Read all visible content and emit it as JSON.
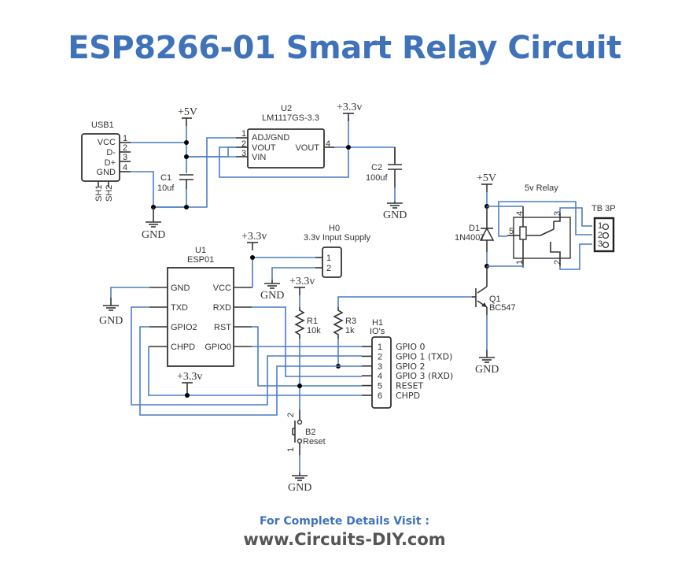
{
  "title": "ESP8266-01 Smart Relay Circuit",
  "footer": {
    "line1": "For Complete Details Visit :",
    "line2": "www.Circuits-DIY.com"
  },
  "colors": {
    "title": "#3f72b9",
    "wire": "#4a7cc4",
    "component": "#333333",
    "footer_url": "#555555"
  },
  "power_labels": {
    "p5v": "+5V",
    "p33": "+3.3v",
    "gnd": "GND"
  },
  "usb1": {
    "ref": "USB1",
    "pins": [
      "VCC",
      "D-",
      "D+",
      "GND"
    ],
    "pin_numbers": [
      "1",
      "2",
      "3",
      "4"
    ],
    "shield": [
      "SH1",
      "SH2"
    ]
  },
  "c1": {
    "ref": "C1",
    "value": "10uf"
  },
  "c2": {
    "ref": "C2",
    "value": "100uf"
  },
  "u2": {
    "ref": "U2",
    "part": "LM1117GS-3.3",
    "left_pins": [
      "ADJ/GND",
      "VOUT",
      "VIN"
    ],
    "left_numbers": [
      "1",
      "2",
      "3"
    ],
    "right_pin": "VOUT",
    "right_number": "4"
  },
  "u1": {
    "ref": "U1",
    "part": "ESP01",
    "left_pins": [
      "GND",
      "TXD",
      "GPIO2",
      "CHPD"
    ],
    "right_pins": [
      "VCC",
      "RXD",
      "RST",
      "GPIO0"
    ]
  },
  "h0": {
    "ref": "H0",
    "desc": "3.3v Input Supply",
    "pins": [
      "1",
      "2"
    ]
  },
  "r1": {
    "ref": "R1",
    "value": "10k"
  },
  "r3": {
    "ref": "R3",
    "value": "1k"
  },
  "h1": {
    "ref": "H1",
    "desc": "IO's",
    "pins": [
      "1",
      "2",
      "3",
      "4",
      "5",
      "6"
    ],
    "signals": [
      "GPIO 0",
      "GPIO 1 (TXD)",
      "GPIO 2",
      "GPIO 3 (RXD)",
      "RESET",
      "CHPD"
    ]
  },
  "b2": {
    "ref": "B2",
    "desc": "Reset",
    "pins": [
      "2",
      "1"
    ]
  },
  "q1": {
    "ref": "Q1",
    "part": "BC547"
  },
  "d1": {
    "ref": "D1",
    "part": "1N4007"
  },
  "relay": {
    "desc": "5v Relay",
    "pins": [
      "4",
      "5",
      "3",
      "1",
      "2"
    ]
  },
  "tb": {
    "ref": "TB 3P",
    "pins": [
      "1",
      "2",
      "3"
    ]
  }
}
